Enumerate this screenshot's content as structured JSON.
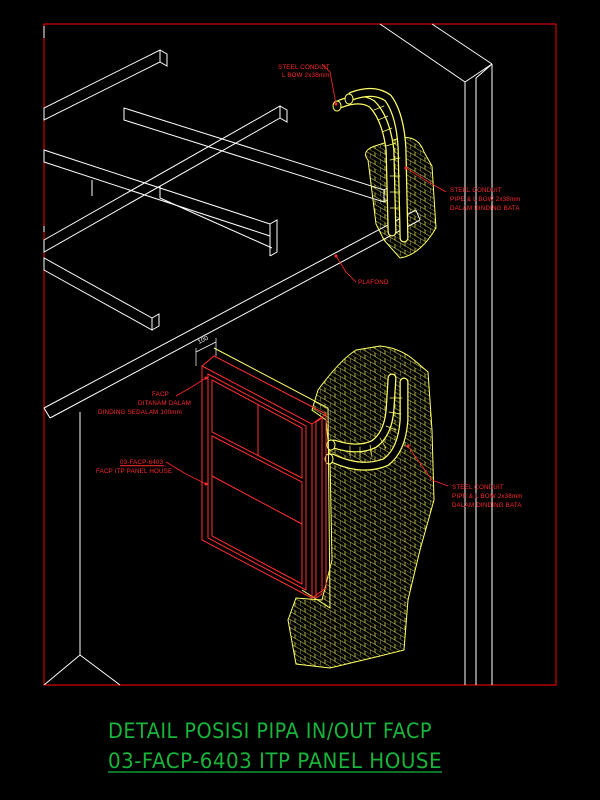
{
  "labels": {
    "conduit_top_1": "STEEL CONDUIT",
    "conduit_top_2": "L BOW 2x38mm",
    "conduit_mid_1": "STEEL CONDUIT",
    "conduit_mid_2": "PIPE & L BOW 2x38mm",
    "conduit_mid_3": "DALAM DINDING BATA",
    "plafond": "PLAFOND",
    "dim": "100",
    "facp_1": "FACP",
    "facp_2": "DITANAM DALAM",
    "facp_3": "DINDING SEDALAM 100mm",
    "tag_1": "03-FACP-6403",
    "tag_2": "FACP ITP PANEL HOUSE",
    "conduit_low_1": "STEEL CONDUIT",
    "conduit_low_2": "PIPE & L BOW 2x38mm",
    "conduit_low_3": "DALAM DINDING BATA"
  },
  "title": {
    "line1": "DETAIL POSISI PIPA IN/OUT FACP",
    "line2": "03-FACP-6403 ITP PANEL HOUSE"
  },
  "colors": {
    "frame": "#ff0000",
    "structure": "#ffffff",
    "brick": "#ffff66",
    "conduit": "#ffff66",
    "panel": "#ff0000",
    "label": "#ff2a2a",
    "title": "#18b53a"
  }
}
